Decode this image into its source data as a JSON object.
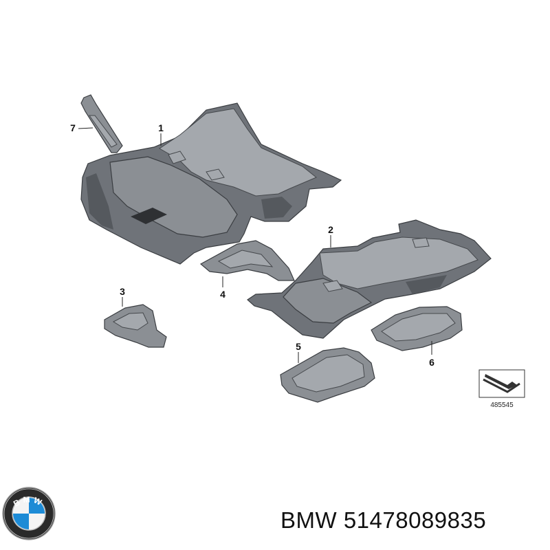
{
  "diagram": {
    "callouts": [
      {
        "id": "1",
        "label": "1"
      },
      {
        "id": "2",
        "label": "2"
      },
      {
        "id": "3",
        "label": "3"
      },
      {
        "id": "4",
        "label": "4"
      },
      {
        "id": "5",
        "label": "5"
      },
      {
        "id": "6",
        "label": "6"
      },
      {
        "id": "7",
        "label": "7"
      }
    ],
    "reference_number": "485545"
  },
  "brand": {
    "logo_text": "BMW",
    "name": "BMW",
    "part_number": "51478089835"
  }
}
